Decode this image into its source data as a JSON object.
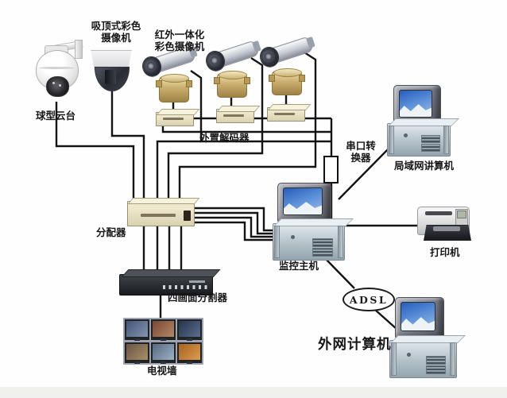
{
  "diagram": {
    "type": "surveillance-system-topology",
    "background": "#fefefe",
    "colors": {
      "wire": "#141414",
      "device_beige": "#e2dbbd",
      "mount_gold": "#c9ae6e",
      "screen_blue": "#3f74c8",
      "splitter_black": "#2e3136",
      "case_gray": "#b4c1c9"
    },
    "nodes": {
      "ball_ptz": {
        "label": "球型云台"
      },
      "dome_camera": {
        "label": "吸顶式彩色\n摄像机"
      },
      "ir_cameras": {
        "label": "红外一体化\n彩色摄像机"
      },
      "decoder": {
        "label": "外置解码器"
      },
      "serial_converter": {
        "label": "串口转\n换器"
      },
      "lan_computer": {
        "label": "局域网讲算机"
      },
      "distributor": {
        "label": "分配器"
      },
      "monitor_host": {
        "label": "监控主机"
      },
      "printer": {
        "label": "打印机"
      },
      "quad_splitter": {
        "label": "四画面分割器"
      },
      "tv_wall": {
        "label": "电视墙"
      },
      "adsl": {
        "label": "ADSL"
      },
      "external_computer": {
        "label": "外网计算机"
      }
    },
    "edges": [
      {
        "from": "ball_ptz",
        "to": "distributor"
      },
      {
        "from": "dome_camera",
        "to": "distributor"
      },
      {
        "from": "ir_cameras",
        "to": "distributor"
      },
      {
        "from": "ir_cameras",
        "to": "decoder"
      },
      {
        "from": "decoder",
        "to": "serial_converter"
      },
      {
        "from": "serial_converter",
        "to": "monitor_host"
      },
      {
        "from": "distributor",
        "to": "monitor_host"
      },
      {
        "from": "distributor",
        "to": "quad_splitter"
      },
      {
        "from": "quad_splitter",
        "to": "tv_wall"
      },
      {
        "from": "monitor_host",
        "to": "printer"
      },
      {
        "from": "monitor_host",
        "to": "lan_computer"
      },
      {
        "from": "monitor_host",
        "to": "adsl"
      },
      {
        "from": "adsl",
        "to": "external_computer"
      }
    ]
  }
}
